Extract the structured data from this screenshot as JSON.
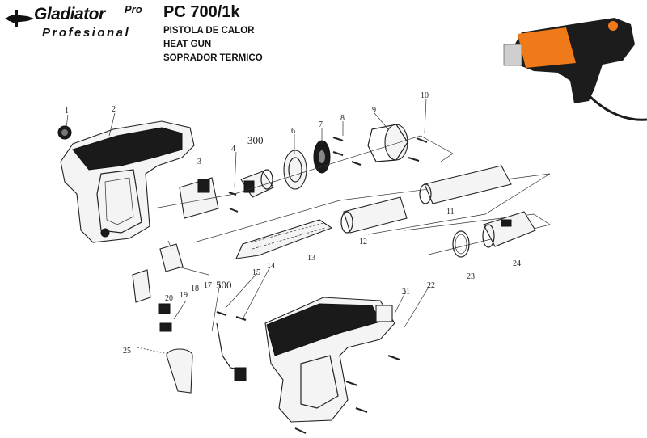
{
  "header": {
    "brand_main": "Gladiator",
    "brand_pro": "Pro",
    "brand_sub": "Profesional",
    "model": "PC 700/1k",
    "desc_es": "PISTOLA DE CALOR",
    "desc_en": "HEAT GUN",
    "desc_pt": "SOPRADOR TERMICO"
  },
  "colors": {
    "product_orange": "#f07a1a",
    "product_body": "#1c1c1c"
  },
  "parts": {
    "p1": "1",
    "p2": "2",
    "p3": "3",
    "p4": "4",
    "p300": "300",
    "p6": "6",
    "p7": "7",
    "p8": "8",
    "p9": "9",
    "p10": "10",
    "p11": "11",
    "p12": "12",
    "p13": "13",
    "p14": "14",
    "p15": "15",
    "p17": "17",
    "p500": "500",
    "p18": "18",
    "p19": "19",
    "p20": "20",
    "p21": "21",
    "p22": "22",
    "p23": "23",
    "p24": "24",
    "p25": "25"
  }
}
